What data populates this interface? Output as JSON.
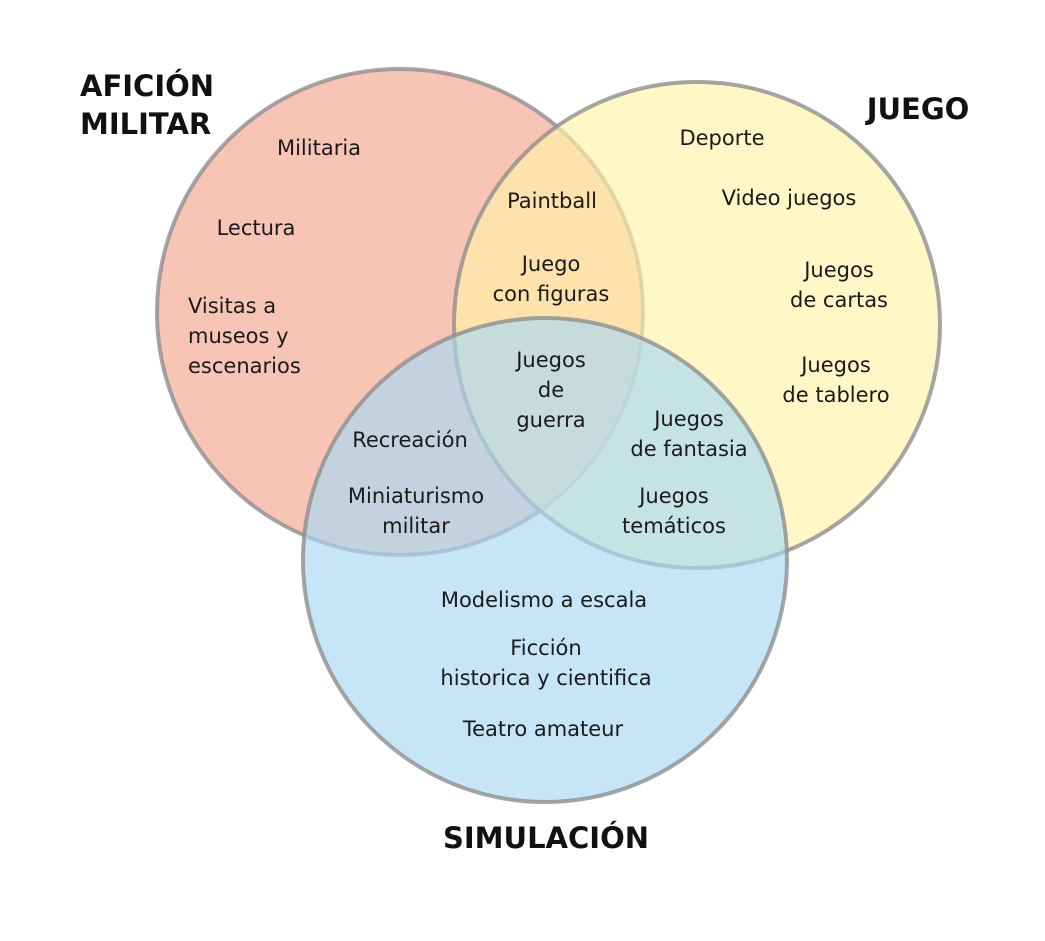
{
  "colors": {
    "aficion_fill": "#F4A58F",
    "juego_fill": "#FFF3A8",
    "simulacion_fill": "#A7D8F4",
    "circle_stroke": "#8E8E8E",
    "text": "#1a1a1a"
  },
  "sets": {
    "aficion_militar": {
      "title_line1": "AFICIÓN",
      "title_line2": "MILITAR"
    },
    "juego": {
      "title": "JUEGO"
    },
    "simulacion": {
      "title": "SIMULACIÓN"
    }
  },
  "regions": {
    "aficion_only": {
      "militaria": "Militaria",
      "lectura": "Lectura",
      "visitas_line1": "Visitas a",
      "visitas_line2": "museos y",
      "visitas_line3": "escenarios"
    },
    "juego_only": {
      "deporte": "Deporte",
      "video_juegos": "Video juegos",
      "cartas_line1": "Juegos",
      "cartas_line2": "de cartas",
      "tablero_line1": "Juegos",
      "tablero_line2": "de tablero"
    },
    "aficion_juego": {
      "paintball": "Paintball",
      "figuras_line1": "Juego",
      "figuras_line2": "con figuras"
    },
    "all_three": {
      "line1": "Juegos",
      "line2": "de",
      "line3": "guerra"
    },
    "aficion_simulacion": {
      "recreacion": "Recreación",
      "miniaturismo_line1": "Miniaturismo",
      "miniaturismo_line2": "militar"
    },
    "juego_simulacion": {
      "fantasia_line1": "Juegos",
      "fantasia_line2": "de fantasia",
      "tematicos_line1": "Juegos",
      "tematicos_line2": "temáticos"
    },
    "simulacion_only": {
      "modelismo": "Modelismo a escala",
      "ficcion_line1": "Ficción",
      "ficcion_line2": "historica y cientifica",
      "teatro": "Teatro amateur"
    }
  }
}
